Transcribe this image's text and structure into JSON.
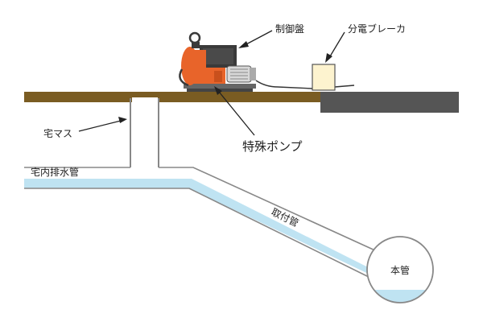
{
  "labels": {
    "control_panel": "制御盤",
    "breaker": "分電ブレーカ",
    "special_pump": "特殊ポンプ",
    "house_box": "宅マス",
    "house_drain": "宅内排水管",
    "branch_pipe": "取付管",
    "main_pipe": "本管"
  },
  "colors": {
    "ground": "#7a5c22",
    "pavement": "#555555",
    "water": "#bfe3f2",
    "pipe_outline": "#888888",
    "pump_orange": "#e8642a",
    "pump_dark": "#3a3a3a",
    "breaker_fill": "#fdf3cf"
  }
}
